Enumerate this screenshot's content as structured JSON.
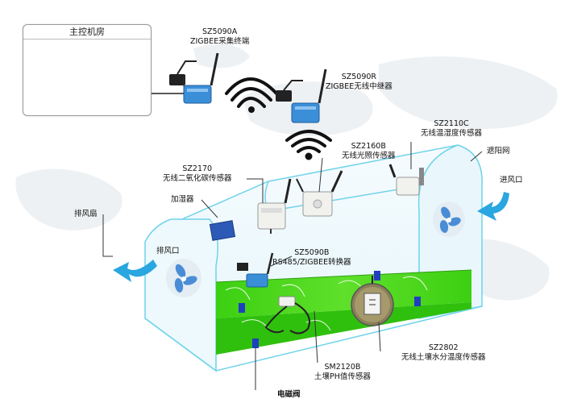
{
  "control_room": {
    "title": "主控机房"
  },
  "devices": {
    "collector": {
      "model": "SZ5090A",
      "name": "ZIGBEE采集终端"
    },
    "repeater": {
      "model": "SZ5090R",
      "name": "ZIGBEE无线中继器"
    },
    "temp_humidity": {
      "model": "SZ2110C",
      "name": "无线温湿度传感器"
    },
    "light": {
      "model": "SZ2160B",
      "name": "无线光照传感器"
    },
    "co2": {
      "model": "SZ2170",
      "name": "无线二氧化碳传感器"
    },
    "converter": {
      "model": "SZ5090B",
      "name": "RS485/ZIGBEE转换器"
    },
    "soil_moisture": {
      "model": "SZ2802",
      "name": "无线土壤水分温度传感器"
    },
    "soil_ph": {
      "model": "SM2120B",
      "name": "土壤PH值传感器"
    }
  },
  "labels": {
    "humidifier": "加湿器",
    "shade_net": "遮阳网",
    "air_inlet": "进风口",
    "exhaust_fan": "排风扇",
    "exhaust_port": "排风口",
    "solenoid_valve": "电磁阀"
  },
  "colors": {
    "arrow": "#2aa6e0",
    "ground": "#44d11a",
    "ground_dark": "#2f9e12",
    "valve": "#1f3fbf",
    "greenhouse_line": "#6fd3ea",
    "device_blue": "#3b8fd8"
  }
}
